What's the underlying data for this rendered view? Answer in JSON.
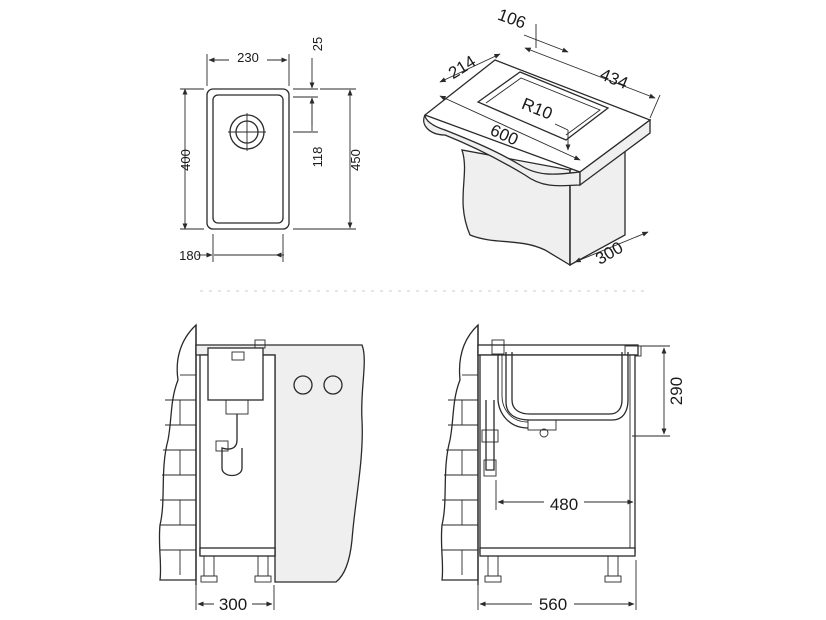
{
  "top_view": {
    "width_outer": "230",
    "offset_top": "25",
    "drain_offset": "118",
    "height_inner": "400",
    "height_outer": "450",
    "width_inner": "180"
  },
  "iso_view": {
    "dim_106": "106",
    "dim_214": "214",
    "dim_434": "434",
    "dim_r10": "R10",
    "dim_600": "600",
    "dim_300": "300"
  },
  "side_view": {
    "depth": "300"
  },
  "front_view": {
    "height": "290",
    "inner_width": "480",
    "cabinet_width": "560"
  }
}
